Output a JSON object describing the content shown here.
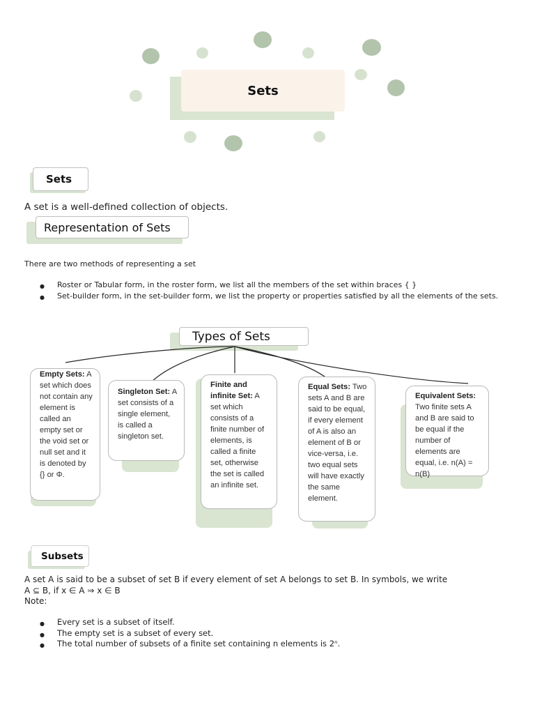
{
  "title": "Sets",
  "sections": {
    "sets": {
      "heading": "Sets",
      "definition": "A set is a well-defined collection of objects."
    },
    "representation": {
      "heading": "Representation of Sets",
      "intro": "There are two methods of representing a set",
      "bullets": [
        "Roster or Tabular form, in the roster form, we list all the members of the set within braces { }",
        "Set-builder form, in the set-builder form, we list the property or properties satisfied by all the elements of the sets."
      ]
    },
    "types": {
      "heading": "Types of Sets",
      "cards": [
        {
          "title": "Empty Sets:",
          "text": "A set which does not contain any element is called an empty set or the void set or null set and it is denoted by {} or Φ."
        },
        {
          "title": "Singleton Set:",
          "text": "A set consists of a single element, is called a singleton set."
        },
        {
          "title": "Finite and infinite Set:",
          "text": "A set which consists of a finite number of elements, is called a finite set, otherwise the set is called an infinite set."
        },
        {
          "title": "Equal Sets:",
          "text": "Two sets A and B are said to be equal, if every element of A is also an element of B or vice-versa, i.e. two equal sets will have exactly the same element."
        },
        {
          "title": "Equivalent Sets:",
          "text": "Two finite sets A and B are said to be equal if the number of elements are equal, i.e. n(A) = n(B)"
        }
      ]
    },
    "subsets": {
      "heading": "Subsets",
      "line1": "A set A is said to be a subset of set B if every element of set A belongs to set B. In symbols, we write",
      "line2": "A ⊆ B, if x ∈ A ⇒ x ∈ B",
      "note": "Note:",
      "bullets": [
        "Every set is a subset of itself.",
        "The empty set is a subset of every set.",
        "The total number of subsets of a finite set containing n elements is 2ⁿ."
      ]
    }
  }
}
